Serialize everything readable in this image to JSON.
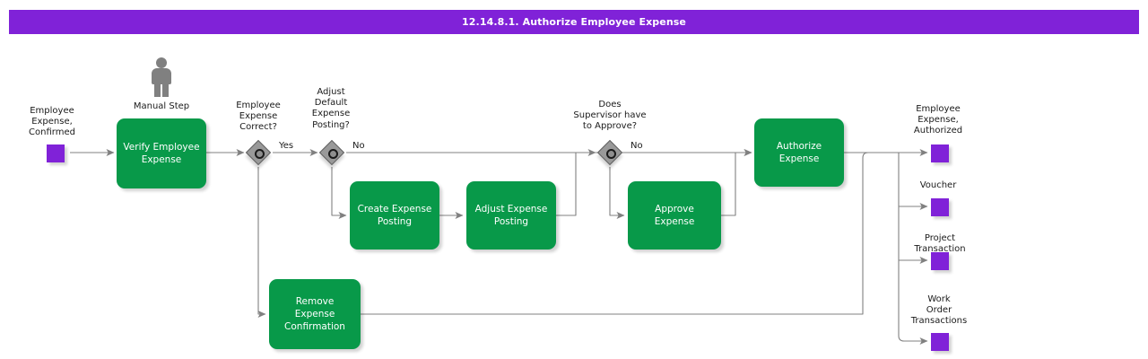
{
  "header": {
    "title": "12.14.8.1. Authorize Employee Expense",
    "bar_color": "#8022d8",
    "title_color": "#ffffff"
  },
  "theme": {
    "task_fill": "#089949",
    "task_text": "#ffffff",
    "data_object_fill": "#8022d8",
    "gateway_fill": "#999999",
    "gateway_ring": "#1a1a1a",
    "connector_color": "#808080",
    "label_color": "#1a1a1a",
    "icon_color": "#808080",
    "background": "#ffffff"
  },
  "diagram": {
    "type": "flowchart",
    "annotations": {
      "manual_step": "Manual Step"
    },
    "data_objects": [
      {
        "id": "do-employee-expense-confirmed",
        "label": "Employee\nExpense,\nConfirmed",
        "role": "input"
      },
      {
        "id": "do-employee-expense-authorized",
        "label": "Employee\nExpense,\nAuthorized",
        "role": "output"
      },
      {
        "id": "do-voucher",
        "label": "Voucher",
        "role": "output"
      },
      {
        "id": "do-project-transaction",
        "label": "Project\nTransaction",
        "role": "output"
      },
      {
        "id": "do-work-order-transactions",
        "label": "Work\nOrder\nTransactions",
        "role": "output"
      }
    ],
    "tasks": [
      {
        "id": "task-verify-employee-expense",
        "label": "Verify Employee\nExpense",
        "manual": true
      },
      {
        "id": "task-create-expense-posting",
        "label": "Create Expense\nPosting",
        "manual": false
      },
      {
        "id": "task-adjust-expense-posting",
        "label": "Adjust Expense\nPosting",
        "manual": false
      },
      {
        "id": "task-approve-expense",
        "label": "Approve\nExpense",
        "manual": false
      },
      {
        "id": "task-authorize-expense",
        "label": "Authorize\nExpense",
        "manual": false
      },
      {
        "id": "task-remove-expense-confirmation",
        "label": "Remove\nExpense\nConfirmation",
        "manual": false
      }
    ],
    "gateways": [
      {
        "id": "gw-employee-expense-correct",
        "label": "Employee\nExpense\nCorrect?",
        "branch_label": "Yes"
      },
      {
        "id": "gw-adjust-default-expense-posting",
        "label": "Adjust\nDefault\nExpense\nPosting?",
        "branch_label": "No"
      },
      {
        "id": "gw-does-supervisor-have-to-approve",
        "label": "Does\nSupervisor have\nto Approve?",
        "branch_label": "No"
      }
    ]
  }
}
